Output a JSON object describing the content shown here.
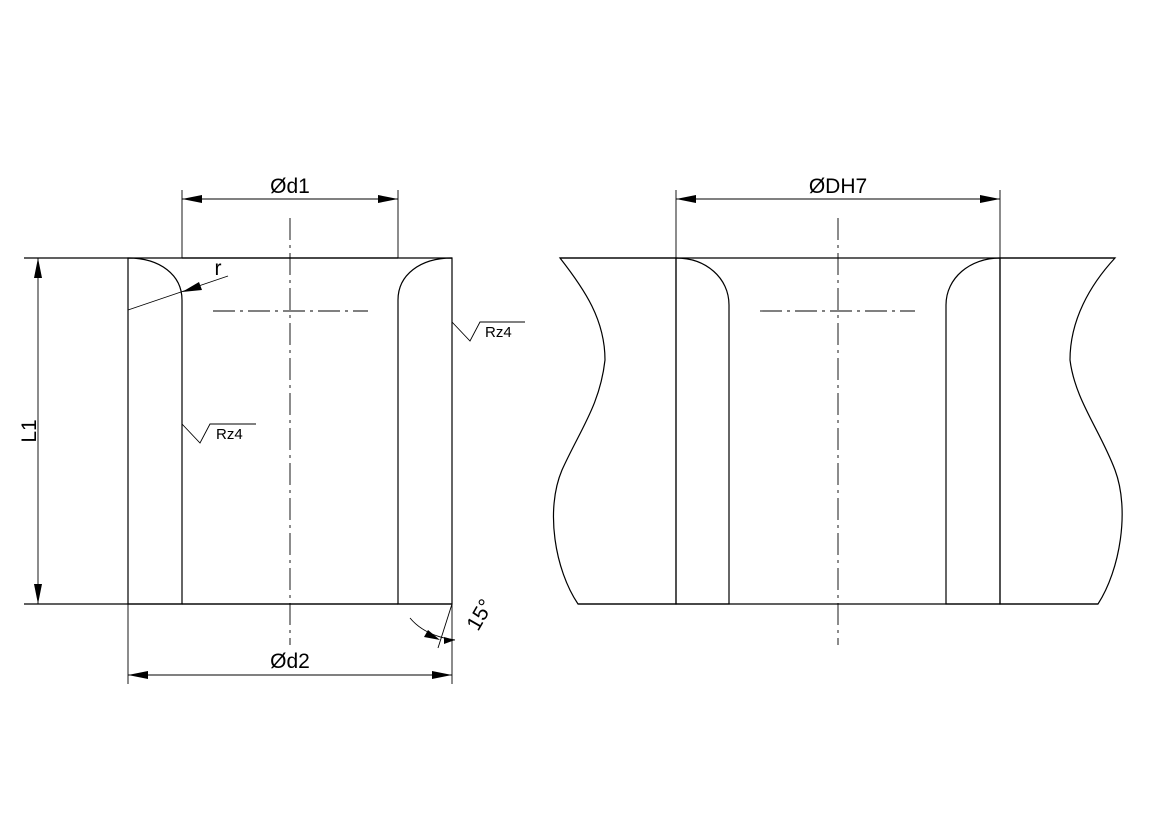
{
  "left_view": {
    "bore_diameter_label": "Ød1",
    "outer_diameter_label": "Ød2",
    "length_label": "L1",
    "radius_label": "r",
    "chamfer_angle_label": "15°",
    "surface_finish_outer": "Rz4",
    "surface_finish_inner": "Rz4"
  },
  "right_view": {
    "housing_bore_label": "ØDH7"
  }
}
